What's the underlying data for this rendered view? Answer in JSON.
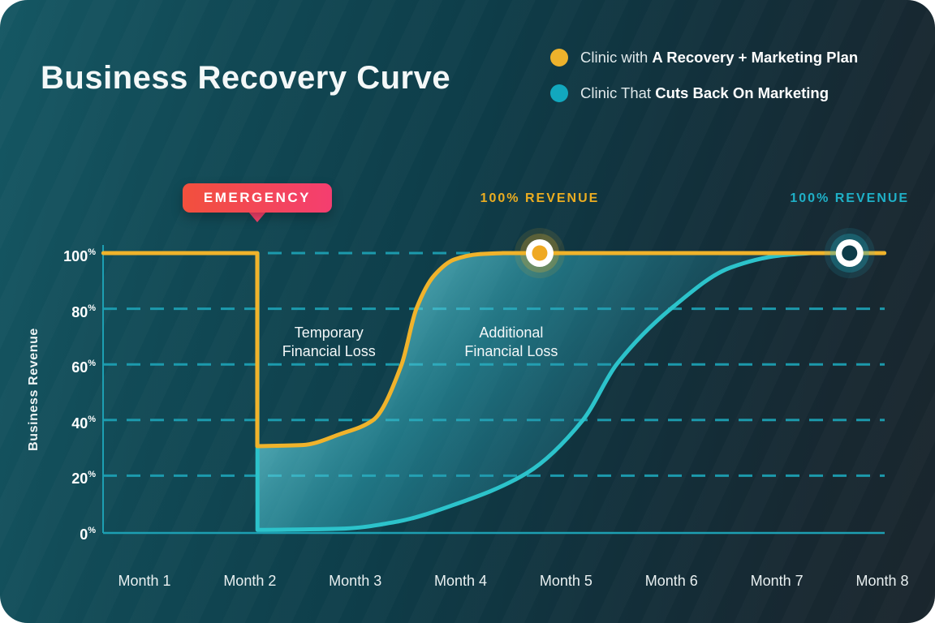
{
  "chart_data": {
    "type": "line",
    "title": "Business Recovery Curve",
    "ylabel": "Business Revenue",
    "xlabel": "",
    "categories": [
      "Month 1",
      "Month 2",
      "Month 3",
      "Month 4",
      "Month 5",
      "Month 6",
      "Month 7",
      "Month 8"
    ],
    "y_ticks": [
      100,
      80,
      60,
      40,
      20,
      0
    ],
    "y_tick_suffix": "%",
    "ylim": [
      0,
      100
    ],
    "grid": "dashed horizontal teal lines at 20,40,60,80,100",
    "legend_position": "top-right",
    "series": [
      {
        "name": "Clinic with A Recovery + Marketing Plan",
        "color": "#F0B32B",
        "width": 5,
        "segments": [
          {
            "id": "pre",
            "points": [
              [
                0.61,
                100
              ],
              [
                2.07,
                100
              ]
            ]
          },
          {
            "id": "drop",
            "points": [
              [
                2.07,
                100
              ],
              [
                2.07,
                30.6
              ]
            ]
          },
          {
            "id": "recovery",
            "points": [
              [
                2.07,
                30.6
              ],
              [
                2.5,
                31
              ],
              [
                2.86,
                35
              ],
              [
                3.17,
                40
              ],
              [
                3.44,
                60
              ],
              [
                3.58,
                80
              ],
              [
                3.75,
                92
              ],
              [
                3.94,
                97.7
              ],
              [
                4.17,
                99.6
              ],
              [
                4.4,
                100
              ]
            ]
          },
          {
            "id": "post",
            "points": [
              [
                4.4,
                100
              ],
              [
                8.02,
                100
              ]
            ]
          }
        ]
      },
      {
        "name": "Clinic That Cuts Back On Marketing",
        "color": "#2CC3CB",
        "width": 5,
        "segments": [
          {
            "id": "pre",
            "points": [
              [
                0.61,
                100
              ],
              [
                2.072,
                100
              ]
            ]
          },
          {
            "id": "drop",
            "points": [
              [
                2.072,
                100
              ],
              [
                2.072,
                0.5
              ]
            ]
          },
          {
            "id": "recovery",
            "points": [
              [
                2.072,
                0.5
              ],
              [
                2.9,
                1
              ],
              [
                3.4,
                3.5
              ],
              [
                3.94,
                9.6
              ],
              [
                4.63,
                21
              ],
              [
                5.16,
                40
              ],
              [
                5.48,
                60
              ],
              [
                6.02,
                80.8
              ],
              [
                6.56,
                94.8
              ],
              [
                7.02,
                99.1
              ],
              [
                7.33,
                100
              ]
            ]
          },
          {
            "id": "post",
            "points": [
              [
                7.33,
                100
              ],
              [
                8.02,
                100
              ]
            ]
          }
        ]
      }
    ],
    "markers": [
      {
        "month": 4.75,
        "percent": 100,
        "label": "100% REVENUE",
        "color": "#EBAD21",
        "center": "#EFA922",
        "glow": "rgba(239,178,34,0.25)"
      },
      {
        "month": 7.69,
        "percent": 100,
        "label": "100% REVENUE",
        "color": "#1FB0C7",
        "center": "#0D3B48",
        "glow": "rgba(34,175,195,0.30)"
      }
    ],
    "annotations": [
      {
        "text_lines": [
          "Temporary",
          "Financial Loss"
        ],
        "month": 2.75,
        "percent": 68
      },
      {
        "text_lines": [
          "Additional",
          "Financial Loss"
        ],
        "month": 4.48,
        "percent": 68
      }
    ],
    "emergency": {
      "label": "EMERGENCY",
      "month": 2.07,
      "gradient": [
        "#F2503D",
        "#F43E70"
      ],
      "tail_color": "#F4416B"
    },
    "fill_gradient": [
      {
        "offset": 0,
        "color": "#7FE3EC",
        "opacity": 0.72
      },
      {
        "offset": 0.3,
        "color": "#35B3C4",
        "opacity": 0.48
      },
      {
        "offset": 0.65,
        "color": "#1E89A0",
        "opacity": 0.24
      },
      {
        "offset": 1,
        "color": "#145C70",
        "opacity": 0.05
      }
    ]
  },
  "legend": {
    "items": [
      {
        "color": "#EDB22C",
        "prefix": "Clinic with ",
        "bold": "A Recovery + Marketing Plan"
      },
      {
        "color": "#12A8BE",
        "prefix": "Clinic That ",
        "bold": "Cuts Back On Marketing"
      }
    ]
  },
  "colors": {
    "background_left": "#155763",
    "background_right": "#1A262D",
    "page_behind_card": "#FFFFFF",
    "grid_and_axis": "#1D9FB2",
    "text": "#FFFFFF",
    "gold_accent": "#F0B32B",
    "teal_accent": "#2CC3CB"
  }
}
